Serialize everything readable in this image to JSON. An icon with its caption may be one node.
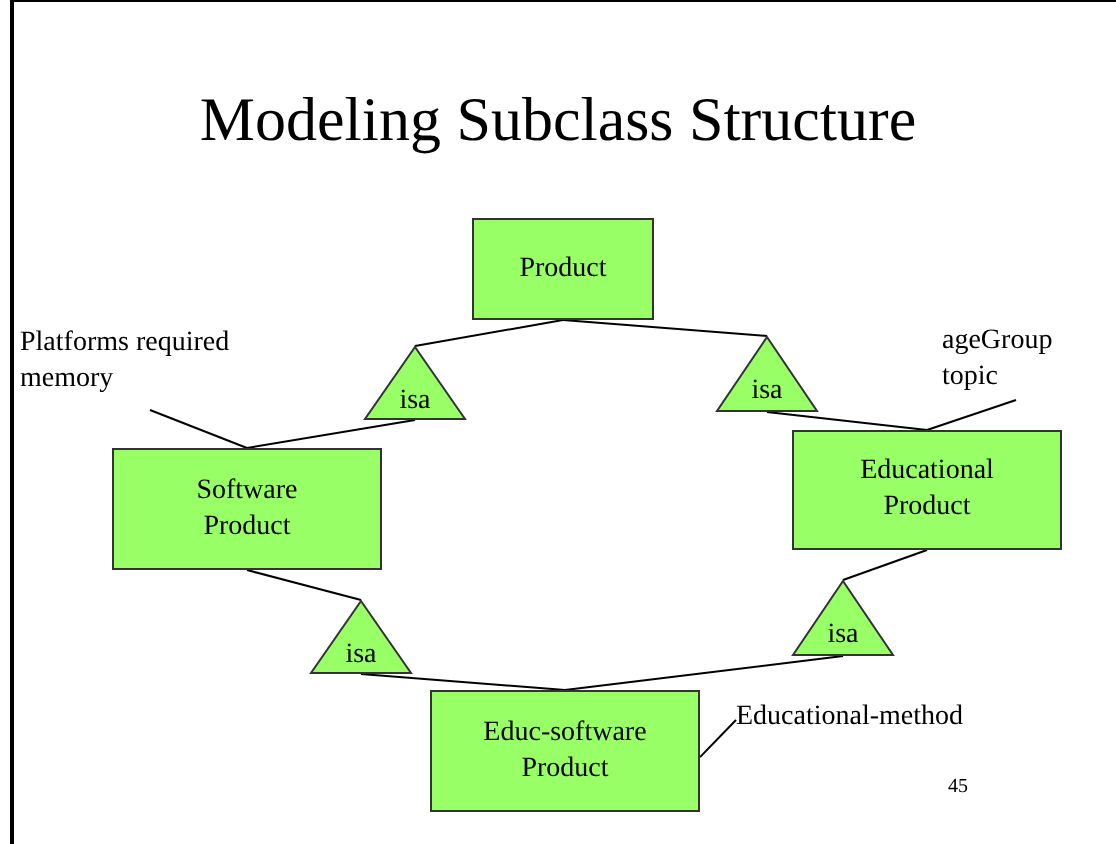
{
  "diagram": {
    "title": "Modeling Subclass Structure",
    "nodes": [
      {
        "text": [
          "Product"
        ]
      },
      {
        "text": [
          "isa"
        ]
      },
      {
        "text": [
          "isa"
        ]
      },
      {
        "text": [
          "Software Product"
        ]
      },
      {
        "text": [
          "Educational Product"
        ]
      },
      {
        "text": [
          "isa"
        ]
      },
      {
        "text": [
          "isa"
        ]
      },
      {
        "text": [
          "Educ-software Product"
        ]
      },
      {
        "text": [
          "Platforms required memory"
        ]
      },
      {
        "text": [
          "ageGroup topic"
        ]
      },
      {
        "text": [
          "Educational-method"
        ]
      }
    ],
    "edges": [
      {
        "from": 0,
        "to": 1,
        "arrow": "none"
      },
      {
        "from": 1,
        "to": 3,
        "arrow": "none"
      },
      {
        "from": 0,
        "to": 2,
        "arrow": "none"
      },
      {
        "from": 2,
        "to": 4,
        "arrow": "none"
      },
      {
        "from": 3,
        "to": 5,
        "arrow": "none"
      },
      {
        "from": 5,
        "to": 7,
        "arrow": "none"
      },
      {
        "from": 4,
        "to": 6,
        "arrow": "none"
      },
      {
        "from": 6,
        "to": 7,
        "arrow": "none"
      },
      {
        "from": 8,
        "to": 3,
        "arrow": "none"
      },
      {
        "from": 9,
        "to": 4,
        "arrow": "none"
      },
      {
        "from": 10,
        "to": 7,
        "arrow": "none"
      }
    ],
    "labels": [
      "45"
    ]
  }
}
